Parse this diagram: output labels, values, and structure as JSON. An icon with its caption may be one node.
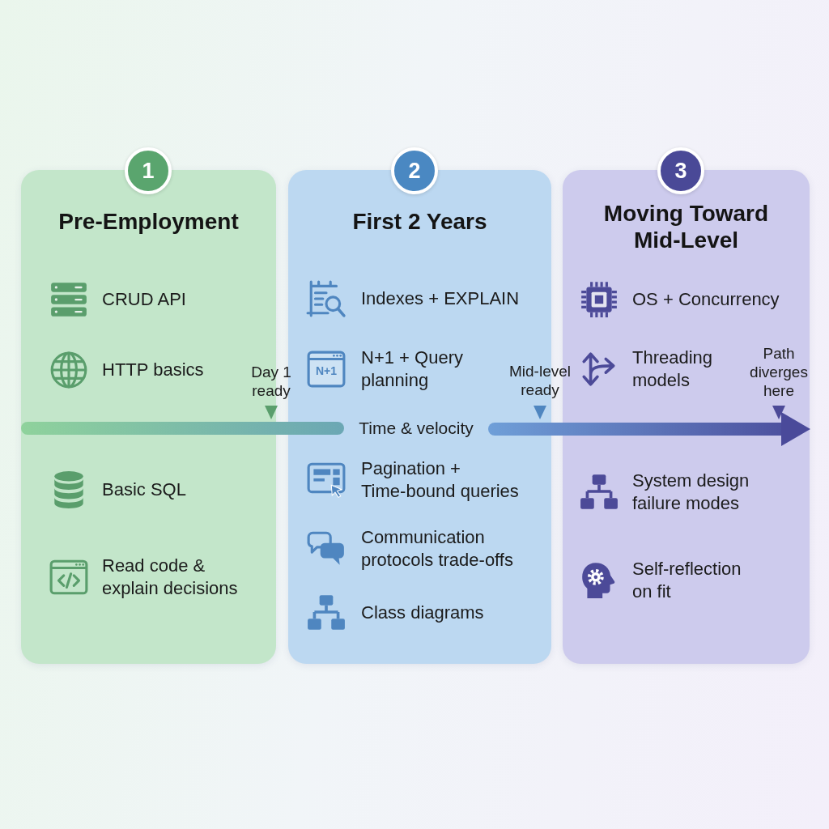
{
  "diagram": {
    "nodes": [
      {
        "text": [
          "1"
        ]
      },
      {
        "text": [
          "Pre-Employment"
        ]
      },
      {
        "text": [
          "CRUD API"
        ],
        "in": 1
      },
      {
        "text": [
          "HTTP basics"
        ],
        "in": 1
      },
      {
        "text": [
          "Basic SQL"
        ],
        "in": 1
      },
      {
        "text": [
          "Read code & explain decisions"
        ],
        "in": 1
      },
      {
        "text": [
          "2"
        ]
      },
      {
        "text": [
          "First 2 Years"
        ]
      },
      {
        "text": [
          "Indexes + EXPLAIN"
        ],
        "in": 7
      },
      {
        "text": [
          "N+1",
          "N+1 + Query planning"
        ],
        "in": 7
      },
      {
        "text": [
          "Pagination + Time-bound queries"
        ],
        "in": 7
      },
      {
        "text": [
          "Communication protocols trade-offs"
        ],
        "in": 7
      },
      {
        "text": [
          "Class diagrams"
        ],
        "in": 7
      },
      {
        "text": [
          "3"
        ]
      },
      {
        "text": [
          "Moving Toward Mid-Level"
        ]
      },
      {
        "text": [
          "OS + Concurrency"
        ],
        "in": 14
      },
      {
        "text": [
          "Threading models"
        ],
        "in": 14
      },
      {
        "text": [
          "System design failure modes"
        ],
        "in": 14
      },
      {
        "text": [
          "Self-reflection on fit"
        ],
        "in": 14
      }
    ],
    "labels": [
      "Day 1 ready",
      "Mid-level ready",
      "Path diverges here",
      "Time & velocity"
    ]
  }
}
